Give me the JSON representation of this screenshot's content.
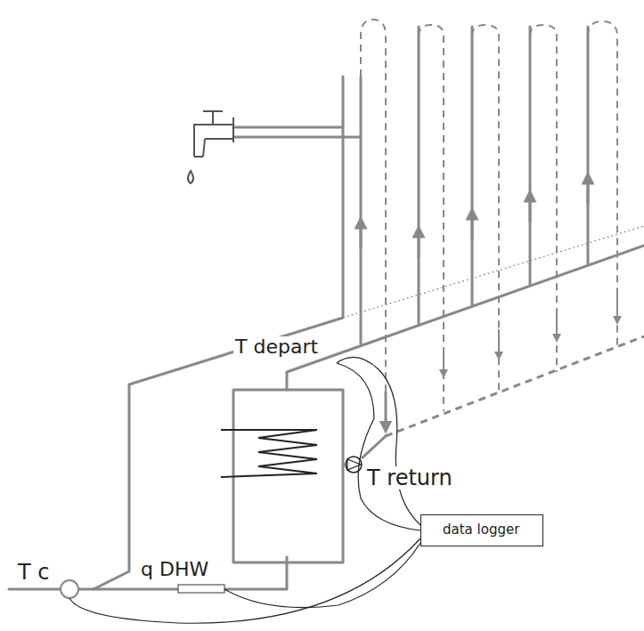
{
  "diagram": {
    "nodes": [
      {
        "text": [
          "data logger"
        ]
      }
    ],
    "labels": [
      "T depart",
      "T return",
      "T c",
      "q DHW"
    ]
  }
}
